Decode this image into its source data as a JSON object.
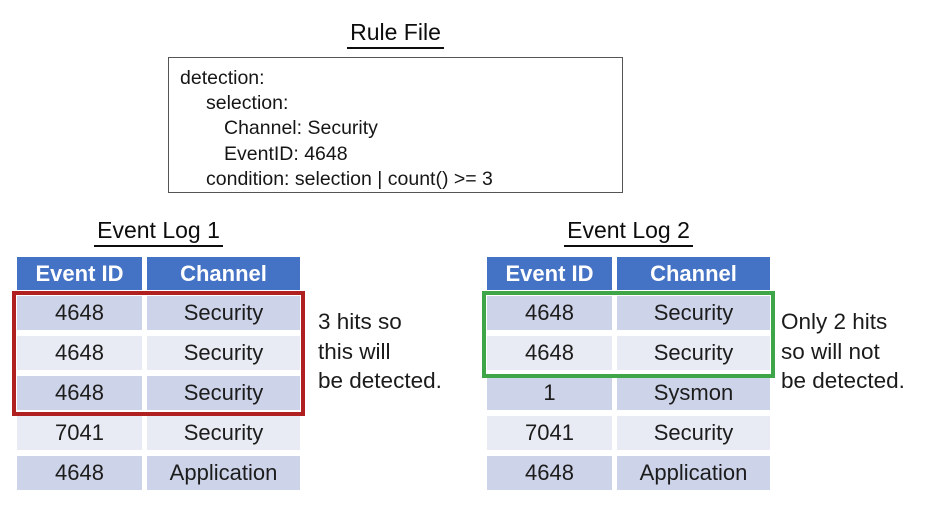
{
  "colors": {
    "table_header_bg": "#4472C4",
    "row_band_dark": "#CDD3E8",
    "row_band_light": "#E9EBF4",
    "detected_frame_red": "#B02020",
    "not_detected_frame_green": "#3EA648"
  },
  "rule_file": {
    "title": "Rule File",
    "lines": [
      "detection:",
      "selection:",
      "Channel: Security",
      "EventID: 4648",
      "condition: selection | count() >= 3"
    ]
  },
  "logs": [
    {
      "title": "Event Log 1",
      "columns": [
        "Event ID",
        "Channel"
      ],
      "rows": [
        {
          "event_id": "4648",
          "channel": "Security"
        },
        {
          "event_id": "4648",
          "channel": "Security"
        },
        {
          "event_id": "4648",
          "channel": "Security"
        },
        {
          "event_id": "7041",
          "channel": "Security"
        },
        {
          "event_id": "4648",
          "channel": "Application"
        }
      ],
      "highlighted_row_count": 3,
      "annotation": "3 hits so\nthis will\nbe detected."
    },
    {
      "title": "Event Log 2",
      "columns": [
        "Event ID",
        "Channel"
      ],
      "rows": [
        {
          "event_id": "4648",
          "channel": "Security"
        },
        {
          "event_id": "4648",
          "channel": "Security"
        },
        {
          "event_id": "1",
          "channel": "Sysmon"
        },
        {
          "event_id": "7041",
          "channel": "Security"
        },
        {
          "event_id": "4648",
          "channel": "Application"
        }
      ],
      "highlighted_row_count": 2,
      "annotation": "Only 2 hits\nso will not\nbe detected."
    }
  ]
}
